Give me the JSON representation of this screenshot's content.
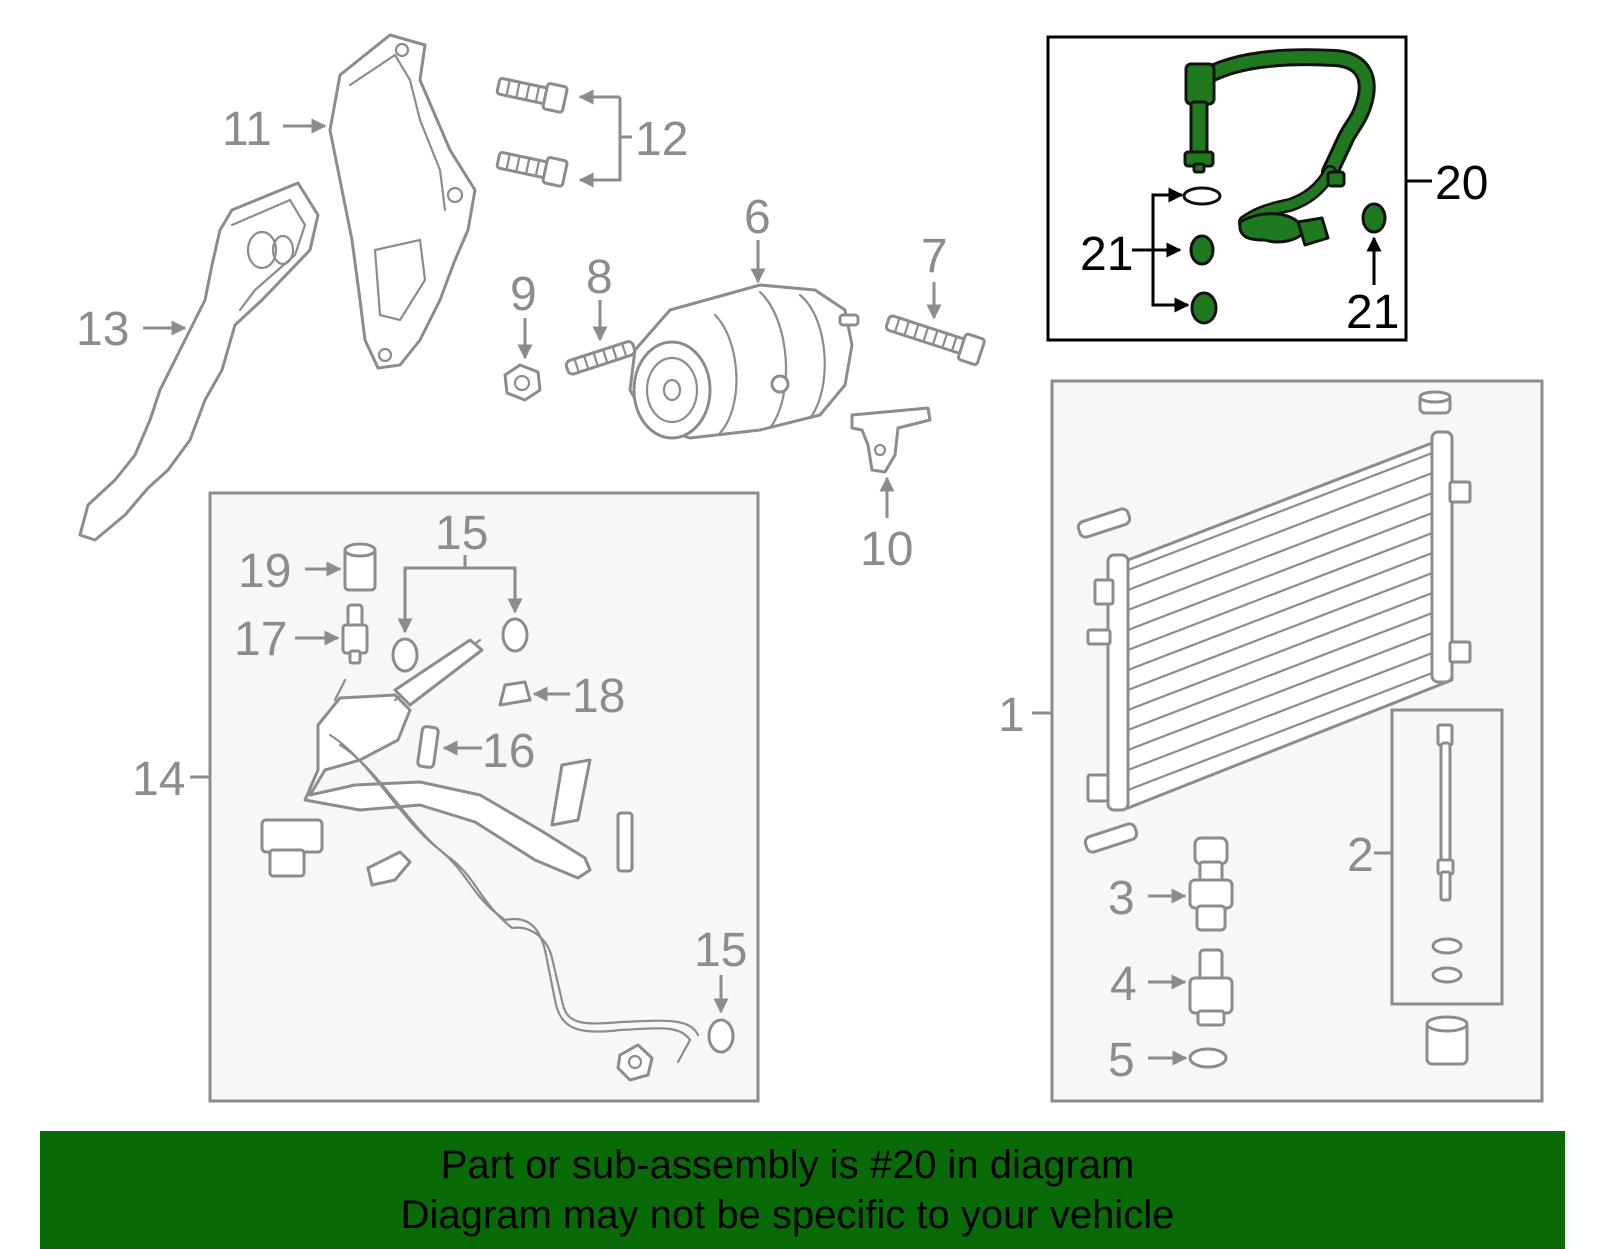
{
  "colors": {
    "highlight_green": "#1f7a1f",
    "banner_green": "#086b08",
    "part_line_gray": "#8c8c8c",
    "box_fill": "#f7f7f7"
  },
  "callouts": {
    "c1": "1",
    "c2": "2",
    "c3": "3",
    "c4": "4",
    "c5": "5",
    "c6": "6",
    "c7": "7",
    "c8": "8",
    "c9": "9",
    "c10": "10",
    "c11": "11",
    "c12": "12",
    "c13": "13",
    "c14": "14",
    "c15a": "15",
    "c15b": "15",
    "c16": "16",
    "c17": "17",
    "c18": "18",
    "c19": "19",
    "c20": "20",
    "c21a": "21",
    "c21b": "21"
  },
  "highlighted_part": "20",
  "banner": {
    "line1": "Part or sub-assembly is #20 in diagram",
    "line2": "Diagram may not be specific to your vehicle"
  }
}
